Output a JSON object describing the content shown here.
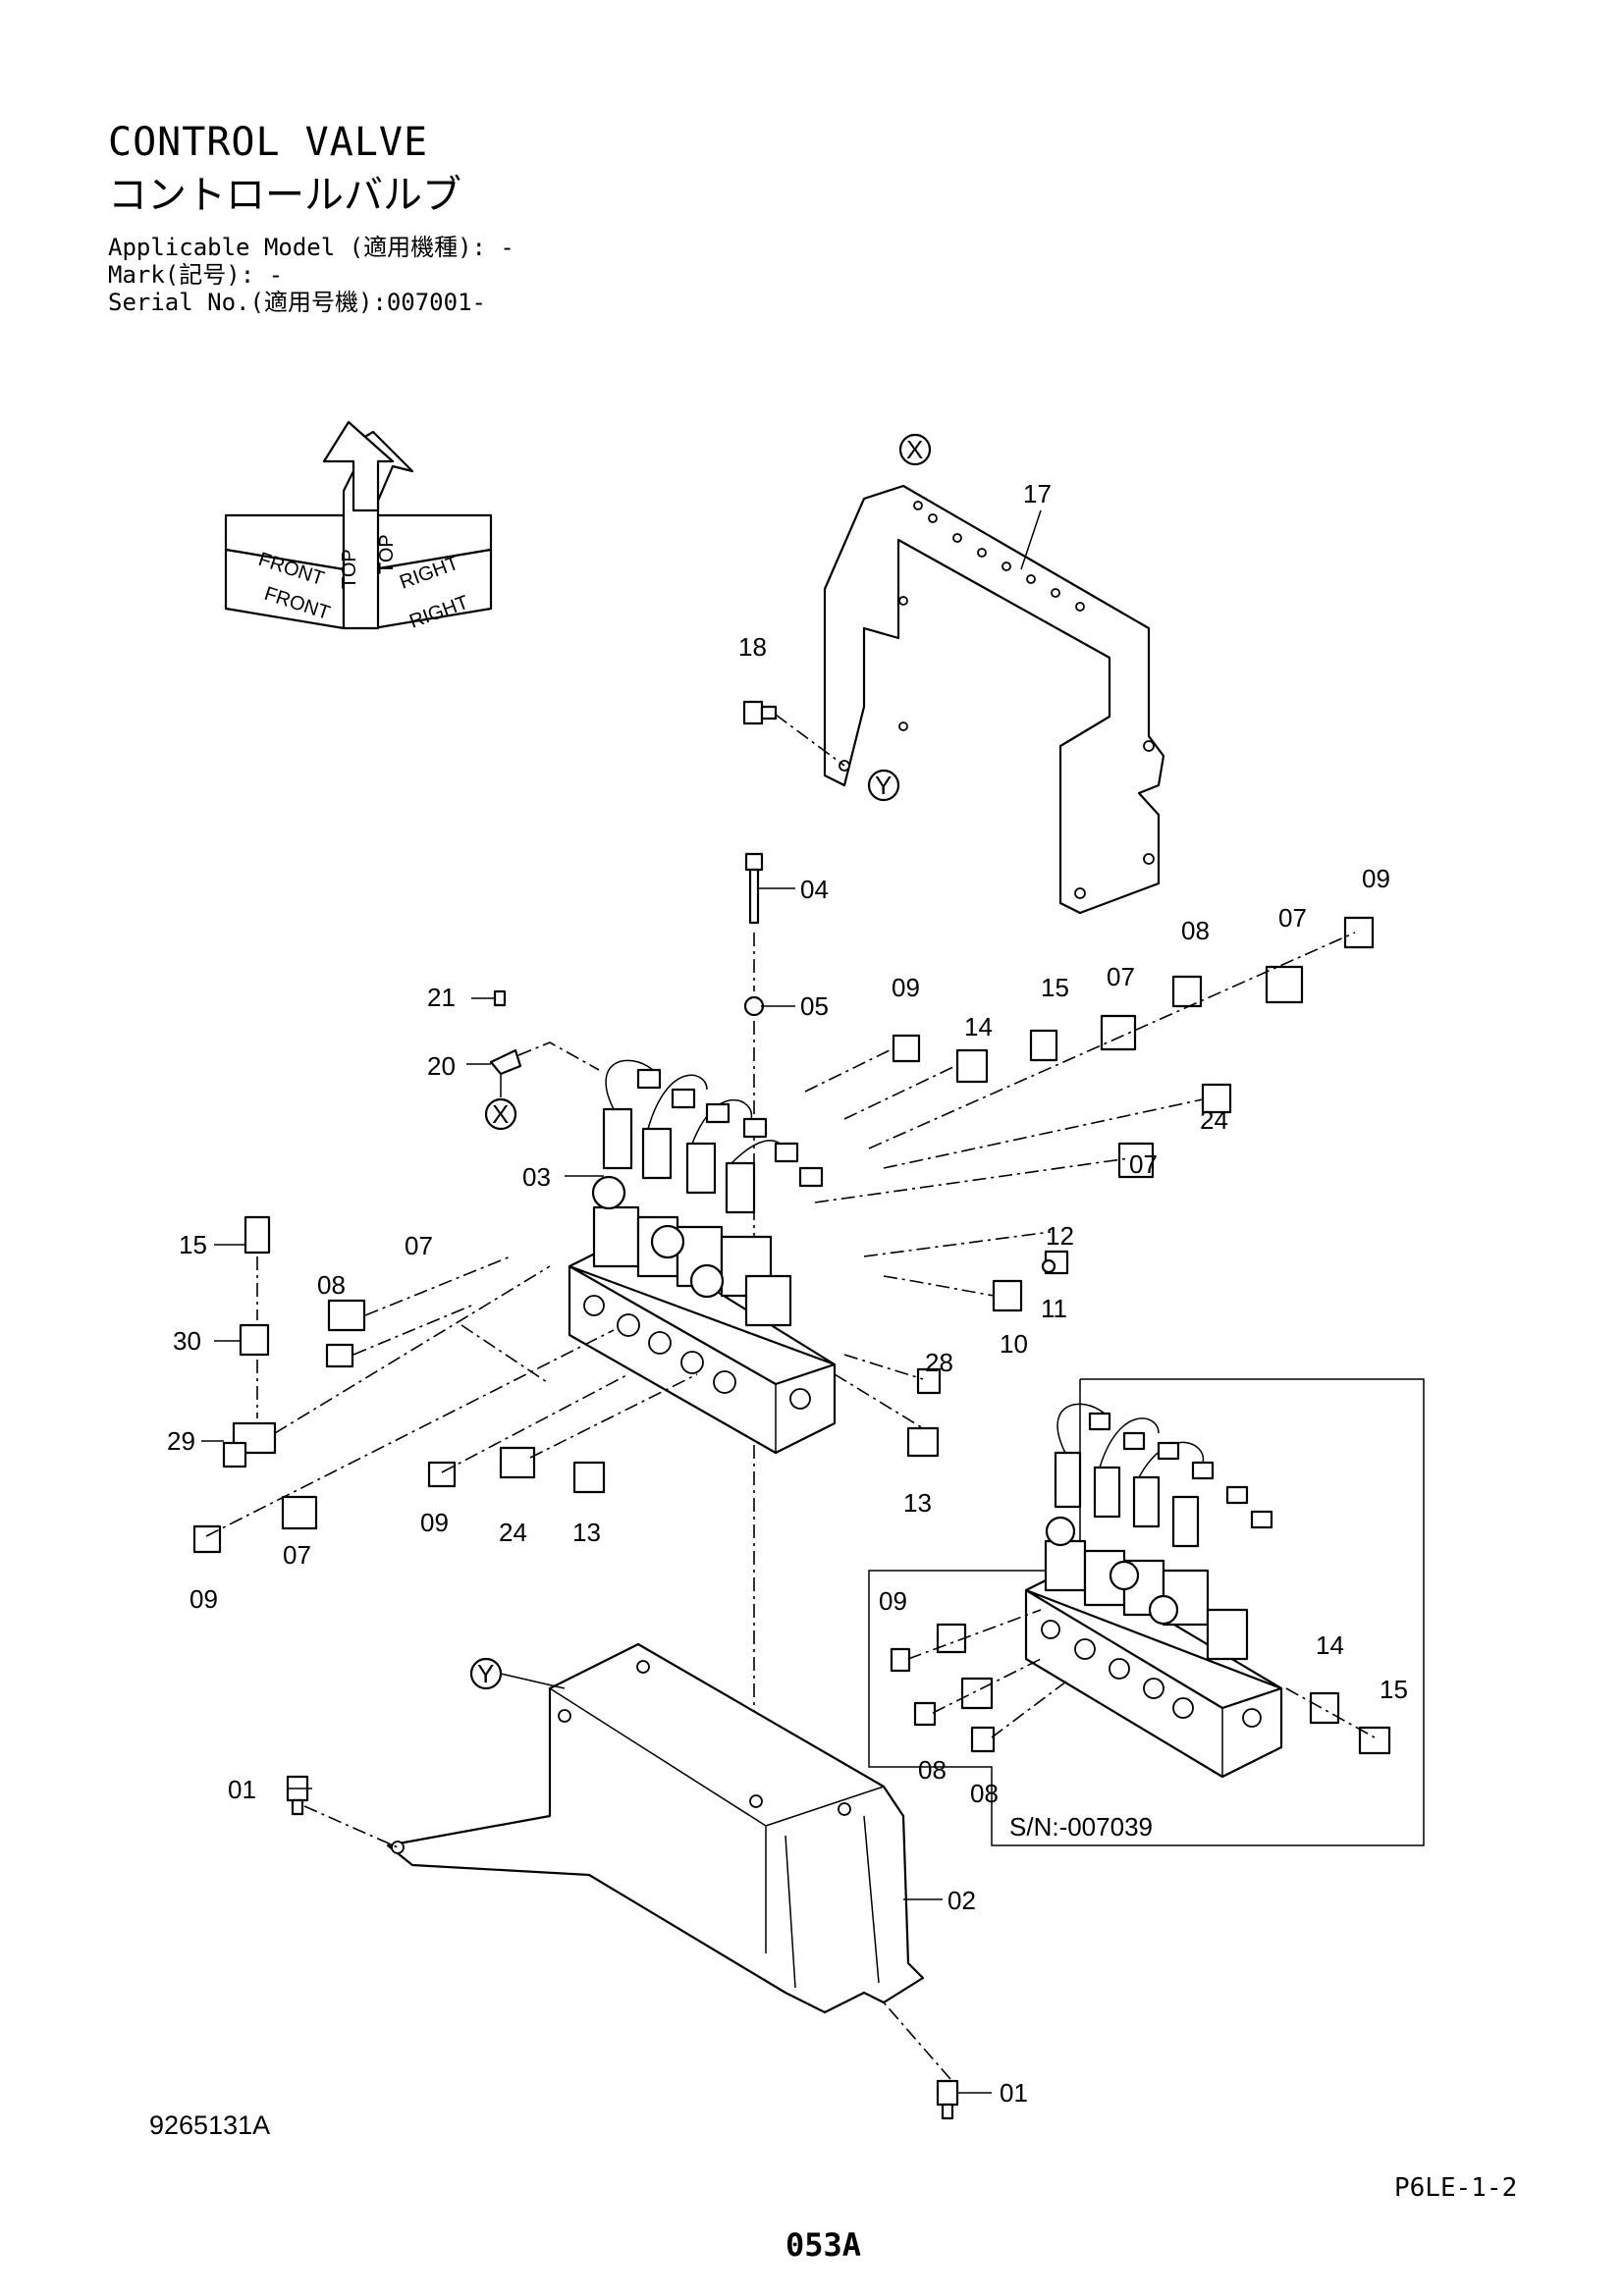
{
  "header": {
    "title_en": "CONTROL VALVE",
    "title_ja": "コントロールバルブ",
    "applicable_model": "Applicable Model (適用機種): -",
    "mark": "Mark(記号): -",
    "serial_no": "Serial No.(適用号機):007001-"
  },
  "orientation": {
    "top": "TOP",
    "front": "FRONT",
    "right": "RIGHT"
  },
  "reference_marks": {
    "x": "X",
    "y": "Y"
  },
  "part_labels": {
    "p01a": "01",
    "p01b": "01",
    "p02": "02",
    "p03": "03",
    "p04": "04",
    "p05": "05",
    "p07a": "07",
    "p07b": "07",
    "p07c": "07",
    "p07d": "07",
    "p07e": "07",
    "p08a": "08",
    "p08b": "08",
    "p09a": "09",
    "p09b": "09",
    "p09c": "09",
    "p09d": "09",
    "p10": "10",
    "p11": "11",
    "p12": "12",
    "p13a": "13",
    "p13b": "13",
    "p14": "14",
    "p15a": "15",
    "p15b": "15",
    "p17": "17",
    "p18": "18",
    "p20": "20",
    "p21": "21",
    "p24a": "24",
    "p24b": "24",
    "p28": "28",
    "p29": "29",
    "p30": "30"
  },
  "inset": {
    "caption": "S/N:-007039",
    "labels": {
      "i09": "09",
      "i08a": "08",
      "i08b": "08",
      "i14": "14",
      "i15": "15"
    }
  },
  "footer": {
    "drawing_number": "9265131A",
    "page_code": "P6LE-1-2",
    "page_number": "053A"
  }
}
